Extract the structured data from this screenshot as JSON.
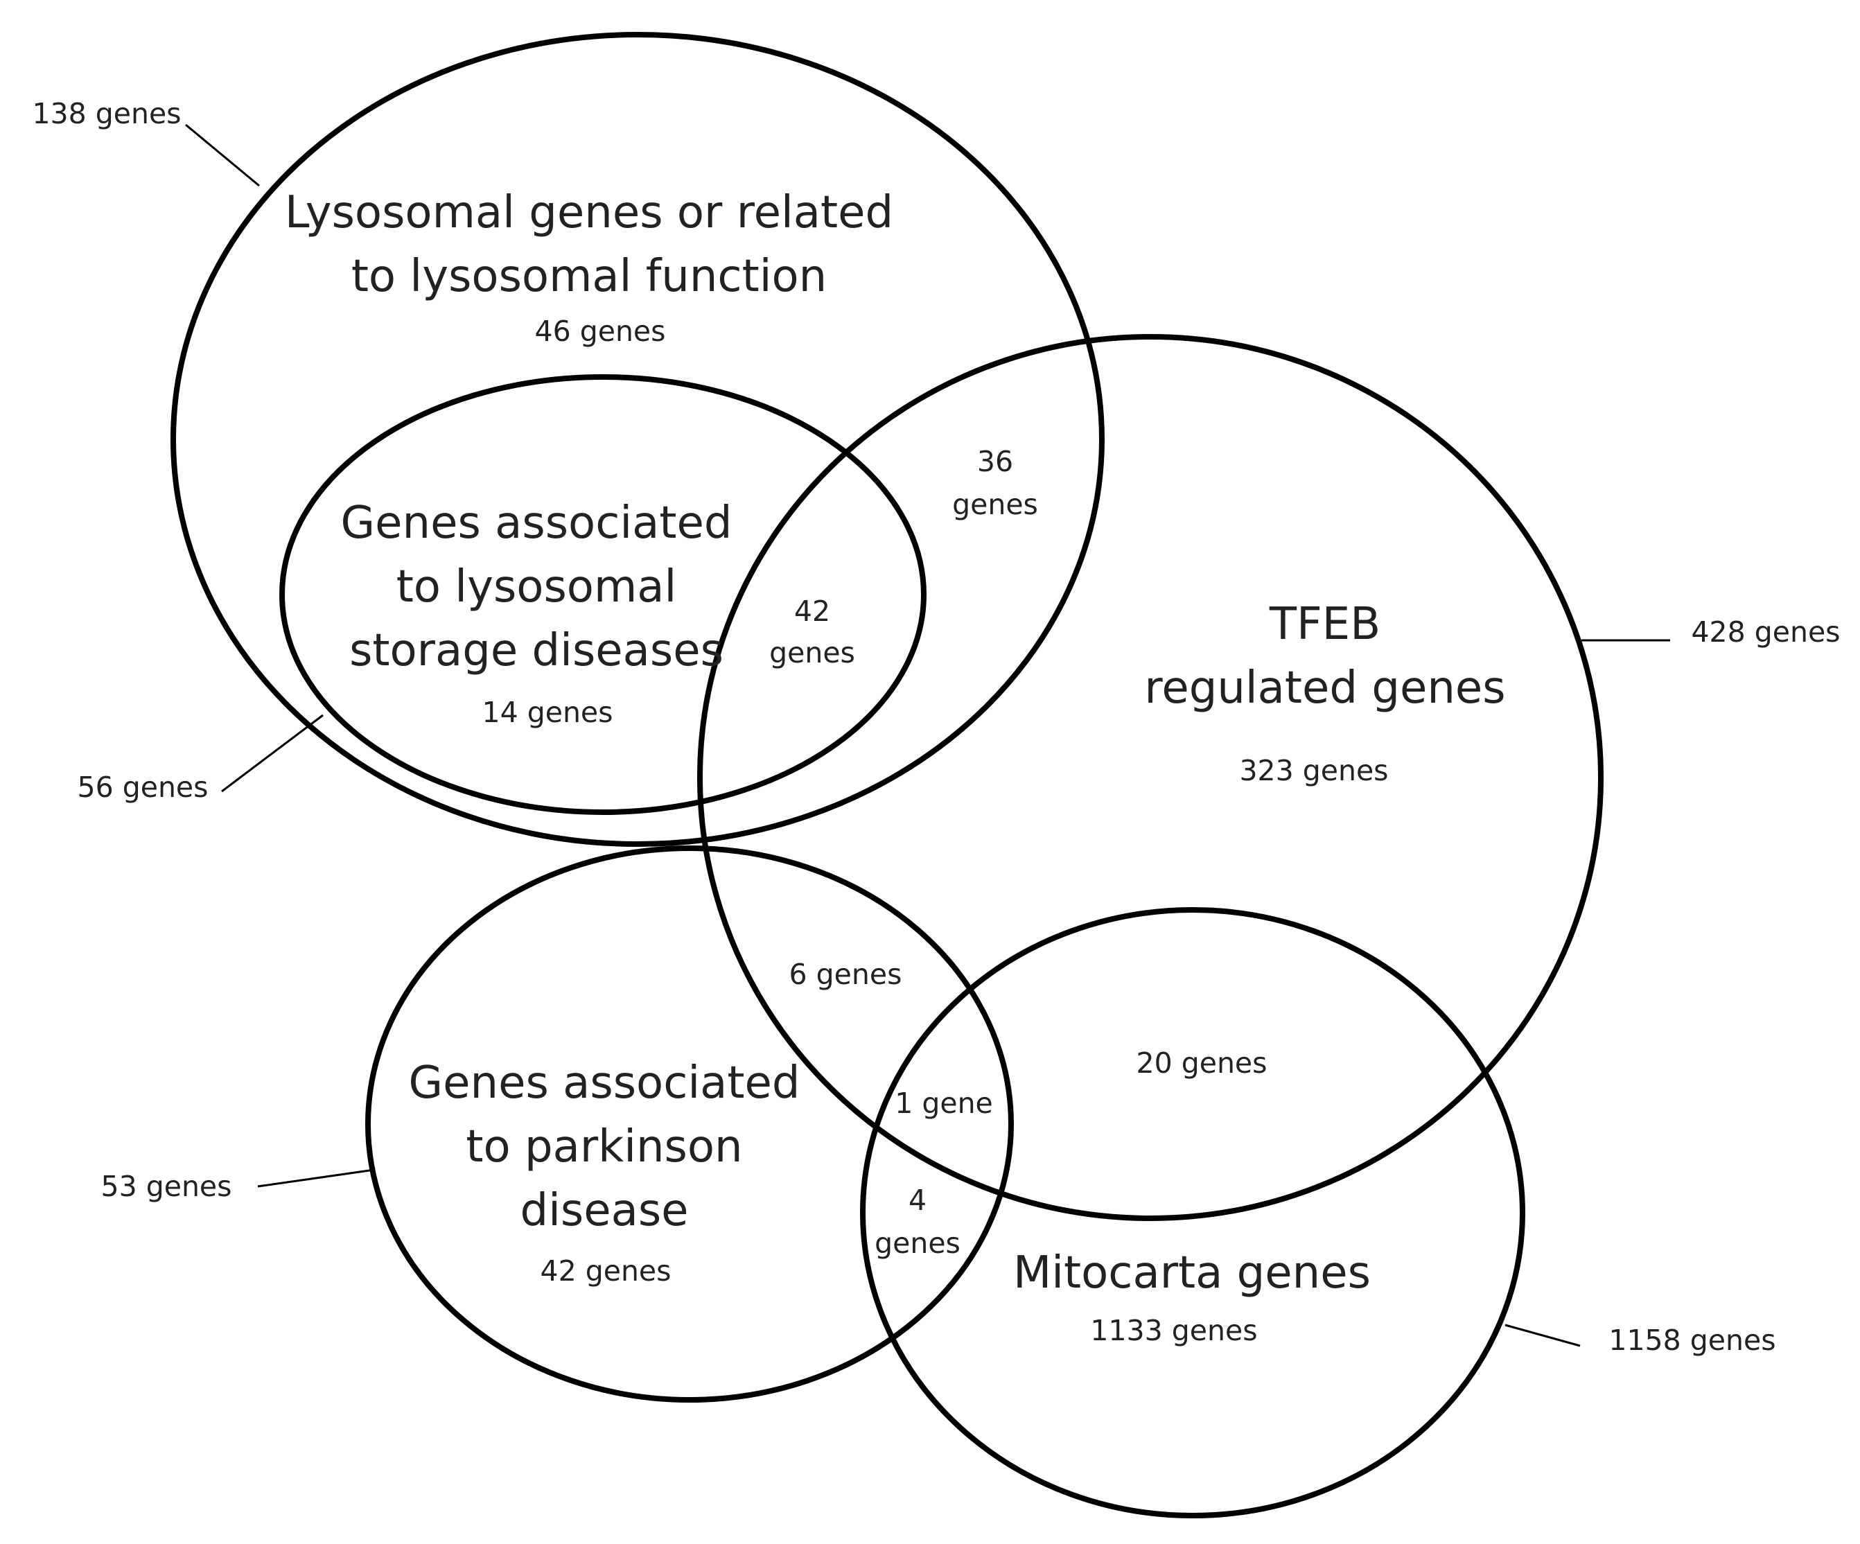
{
  "sets": {
    "lysosomal": {
      "label_line1": "Lysosomal genes or related",
      "label_line2": "to lysosomal function",
      "unique_count": "46 genes",
      "total": "138 genes"
    },
    "lsd": {
      "label_line1": "Genes associated",
      "label_line2": "to lysosomal",
      "label_line3": "storage diseases",
      "unique_count": "14 genes",
      "total": "56 genes"
    },
    "tfeb": {
      "label_line1": "TFEB",
      "label_line2": "regulated genes",
      "unique_count": "323 genes",
      "total": "428 genes"
    },
    "parkinson": {
      "label_line1": "Genes associated",
      "label_line2": "to parkinson",
      "label_line3": "disease",
      "unique_count": "42 genes",
      "total": "53 genes"
    },
    "mitocarta": {
      "label_line1": "Mitocarta genes",
      "unique_count": "1133 genes",
      "total": "1158 genes"
    }
  },
  "intersections": {
    "lysosomal_tfeb": {
      "line1": "36",
      "line2": "genes"
    },
    "lsd_tfeb": {
      "line1": "42",
      "line2": "genes"
    },
    "tfeb_parkinson": {
      "label": "6 genes"
    },
    "tfeb_mitocarta": {
      "label": "20 genes"
    },
    "tfeb_parkinson_mitocarta": {
      "label": "1 gene"
    },
    "parkinson_mitocarta": {
      "line1": "4",
      "line2": "genes"
    }
  }
}
